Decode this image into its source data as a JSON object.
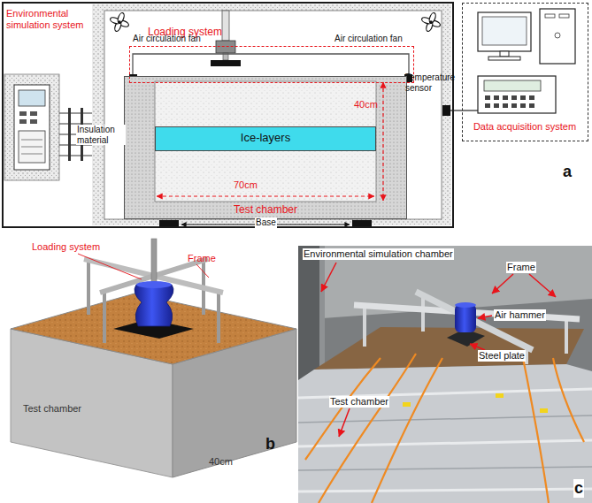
{
  "diagram": {
    "nodes": [
      {
        "text": [
          "Environmental simulation system"
        ]
      },
      {
        "text": [
          "Loading system"
        ],
        "in": 0
      },
      {
        "text": [
          "Test chamber"
        ],
        "in": 0
      },
      {
        "text": [
          "Ice-layers"
        ],
        "in": 2
      },
      {
        "text": [
          "Data acquisition system"
        ]
      }
    ],
    "edges": [
      {
        "from": 0,
        "to": 4,
        "arrow": "none"
      }
    ],
    "labels": [
      "Air circulation fan",
      "Air circulation fan",
      "Temperature sensor",
      "Insulation material",
      "40cm",
      "70cm",
      "Base",
      "a",
      "Loading system",
      "Frame",
      "Test chamber",
      "40cm",
      "b",
      "Environmental simulation chamber",
      "Frame",
      "Air hammer",
      "Steel plate",
      "Test chamber",
      "c"
    ]
  }
}
